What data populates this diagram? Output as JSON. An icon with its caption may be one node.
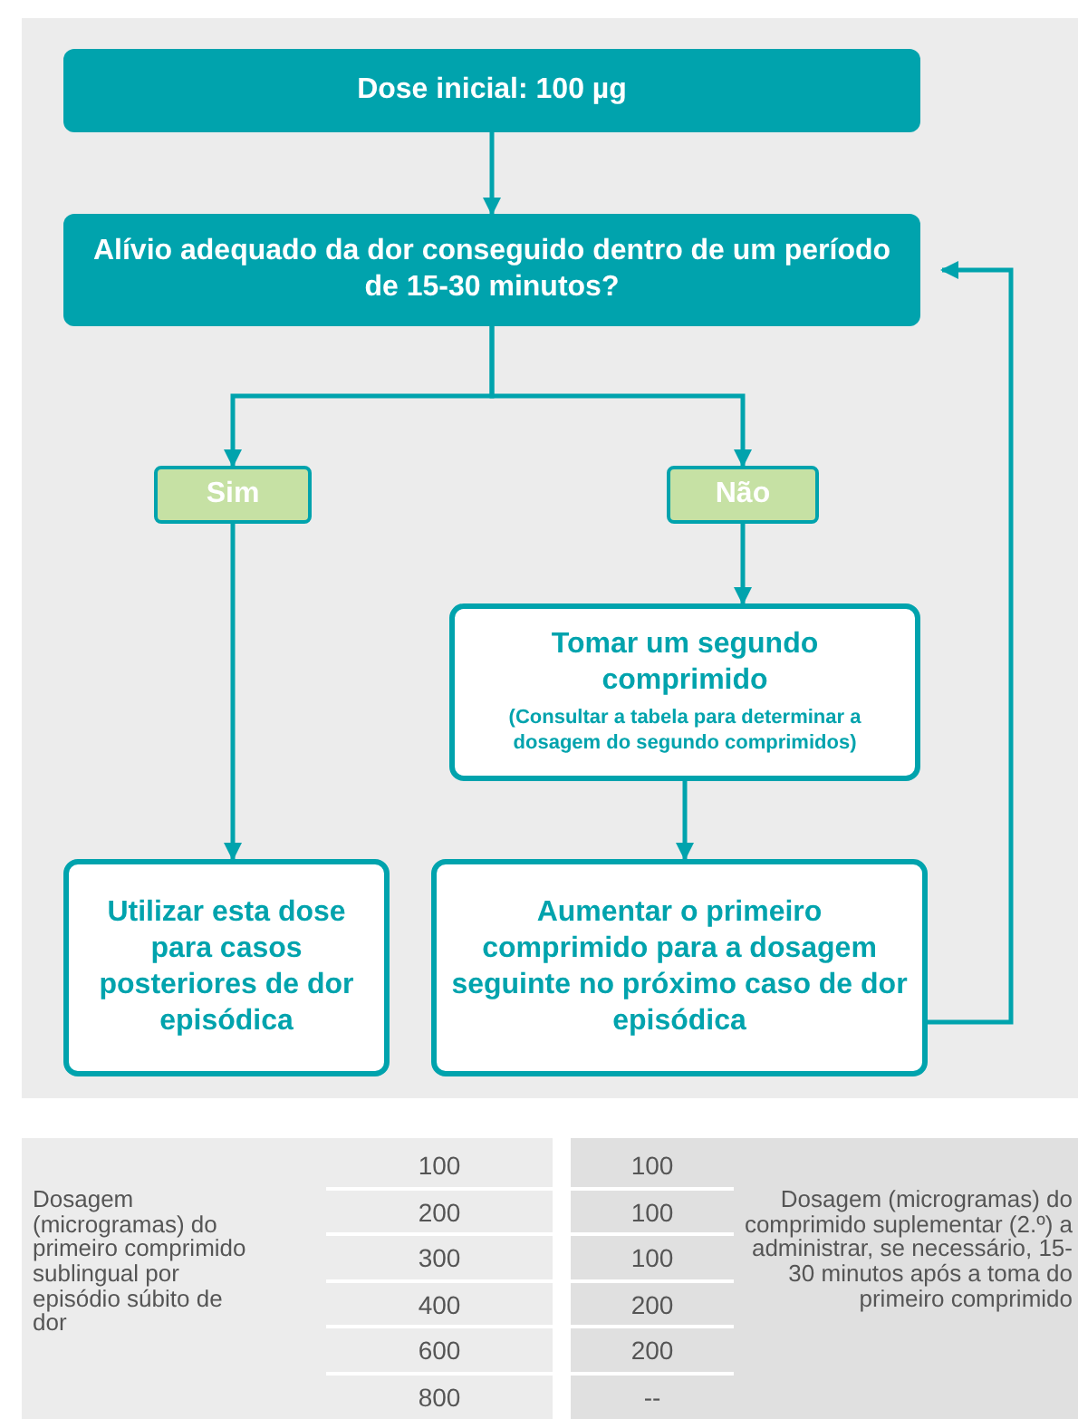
{
  "diagram": {
    "nodes": [
      {
        "text": [
          "Dose inicial: 100 µg"
        ]
      },
      {
        "text": [
          "Alívio adequado da dor conseguido dentro de um período de 15-30 minutos?"
        ]
      },
      {
        "text": [
          "Sim"
        ]
      },
      {
        "text": [
          "Não"
        ]
      },
      {
        "text": [
          "Tomar um segundo comprimido",
          "(Consultar a tabela para determinar a dosagem do segundo comprimidos)"
        ]
      },
      {
        "text": [
          "Utilizar esta dose para casos posteriores de dor episódica"
        ]
      },
      {
        "text": [
          "Aumentar o primeiro comprimido para a dosagem seguinte no próximo caso de dor episódica"
        ]
      }
    ],
    "edges": [
      {
        "from": 0,
        "to": 1,
        "arrow": "to"
      },
      {
        "from": 1,
        "to": 2,
        "arrow": "to"
      },
      {
        "from": 1,
        "to": 3,
        "arrow": "to"
      },
      {
        "from": 3,
        "to": 4,
        "arrow": "to"
      },
      {
        "from": 2,
        "to": 5,
        "arrow": "to"
      },
      {
        "from": 4,
        "to": 6,
        "arrow": "to"
      },
      {
        "from": 6,
        "to": 1,
        "arrow": "to"
      }
    ],
    "labels": [
      "Dosagem (microgramas) do primeiro comprimido sublingual por episódio súbito de dor",
      "100",
      "100",
      "200",
      "100",
      "300",
      "100",
      "400",
      "200",
      "600",
      "200",
      "800",
      "--",
      "Dosagem (microgramas) do comprimido suplementar (2.º) a administrar, se necessário, 15-30 minutos após a toma do primeiro comprimido"
    ]
  }
}
